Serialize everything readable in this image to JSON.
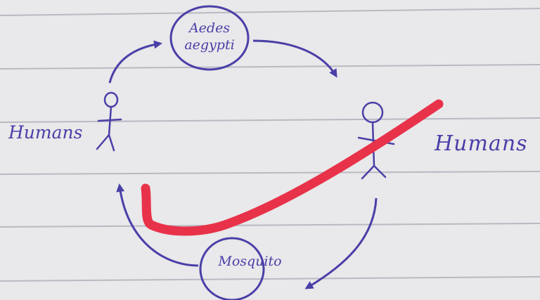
{
  "diagram": {
    "nodes": {
      "vector_top": {
        "line1": "Aedes",
        "line2": "aegypti"
      },
      "host_left": "Humans",
      "host_right": "Humans",
      "vector_bottom": "Mosquito"
    },
    "colors": {
      "ink": "#4a3fa8",
      "red_mark": "#e8324a",
      "paper": "#e9e8ea",
      "ruled_line": "#b9b9c3"
    }
  }
}
